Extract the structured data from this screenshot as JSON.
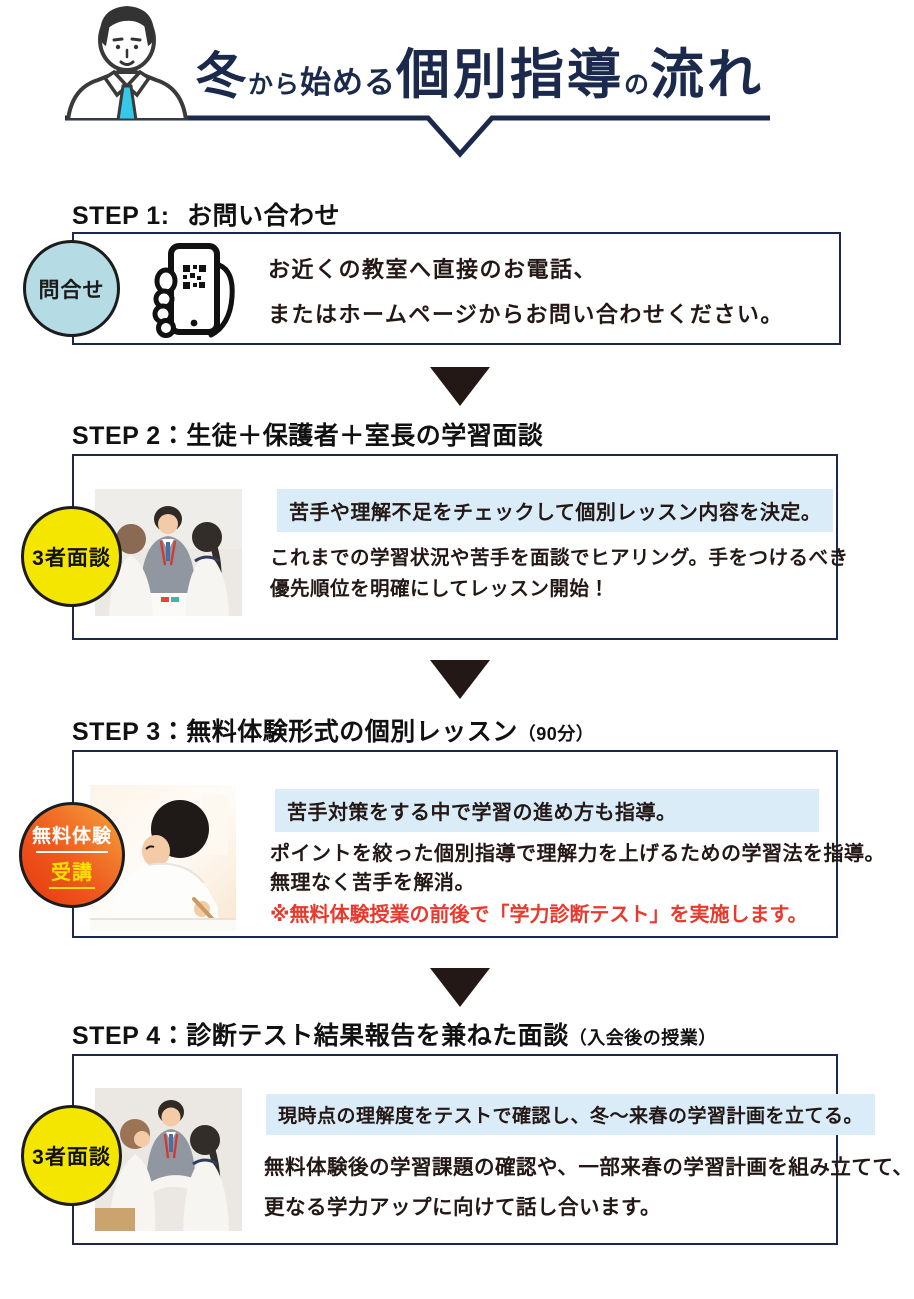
{
  "header": {
    "title_parts": {
      "p1": "冬",
      "p2": "から",
      "p3": "始める",
      "p4": "個別指導",
      "p5": "の",
      "p6": "流れ"
    },
    "title_full": "冬から始める個別指導の流れ"
  },
  "colors": {
    "navy": "#1b2a4c",
    "ink": "#231815",
    "badge_inquiry_bg": "#b5dce4",
    "badge_meeting_bg": "#f5e600",
    "badge_trial_gradient_start": "#f6a33c",
    "badge_trial_gradient_end": "#e8380d",
    "trial_sub_label_color": "#ffe100",
    "highlight_bg": "#d9ecf8",
    "note_red": "#e8392c",
    "tie_cyan": "#35c8e8"
  },
  "steps": [
    {
      "heading_prefix": "STEP 1:",
      "heading_title": "お問い合わせ",
      "badge_label": "問合せ",
      "lines": [
        "お近くの教室へ直接のお電話、",
        "またはホームページからお問い合わせください。"
      ]
    },
    {
      "heading_prefix": "STEP 2：",
      "heading_title": "生徒＋保護者＋室長の学習面談",
      "badge_label": "3者面談",
      "highlight": "苦手や理解不足をチェックして個別レッスン内容を決定。",
      "body_lines": [
        "これまでの学習状況や苦手を面談でヒアリング。手をつけるべき",
        "優先順位を明確にしてレッスン開始！"
      ]
    },
    {
      "heading_prefix": "STEP 3：",
      "heading_title": "無料体験形式の個別レッスン",
      "heading_suffix": "（90分）",
      "badge_label_top": "無料体験",
      "badge_label_bottom": "受講",
      "highlight": "苦手対策をする中で学習の進め方も指導。",
      "body_lines": [
        "ポイントを絞った個別指導で理解力を上げるための学習法を指導。",
        "無理なく苦手を解消。"
      ],
      "note": "※無料体験授業の前後で「学力診断テスト」を実施します。"
    },
    {
      "heading_prefix": "STEP 4：",
      "heading_title": "診断テスト結果報告を兼ねた面談",
      "heading_suffix": "（入会後の授業）",
      "badge_label": "3者面談",
      "highlight": "現時点の理解度をテストで確認し、冬～来春の学習計画を立てる。",
      "body_lines": [
        "無料体験後の学習課題の確認や、一部来春の学習計画を組み立てて、",
        "更なる学力アップに向けて話し合います。"
      ]
    }
  ]
}
